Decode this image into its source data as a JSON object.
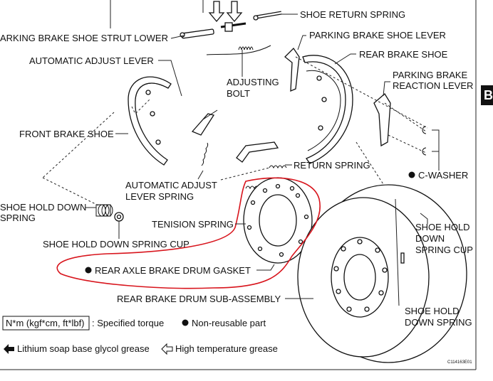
{
  "labels": {
    "shoe_return_spring": "SHOE RETURN SPRING",
    "parking_brake_shoe_strut_lower": "ARKING BRAKE SHOE STRUT LOWER",
    "parking_brake_shoe_lever": "PARKING BRAKE SHOE LEVER",
    "automatic_adjust_lever": "AUTOMATIC ADJUST LEVER",
    "rear_brake_shoe": "REAR BRAKE SHOE",
    "adjusting_bolt_1": "ADJUSTING",
    "adjusting_bolt_2": "BOLT",
    "parking_brake_reaction_lever_1": "PARKING BRAKE",
    "parking_brake_reaction_lever_2": "REACTION LEVER",
    "front_brake_shoe": "FRONT BRAKE SHOE",
    "return_spring": "RETURN SPRING",
    "c_washer": "C-WASHER",
    "automatic_adjust_lever_spring_1": "AUTOMATIC ADJUST",
    "automatic_adjust_lever_spring_2": "LEVER SPRING",
    "shoe_hold_down_left_1": "SHOE HOLD DOWN",
    "shoe_hold_down_left_2": "SPRING",
    "tension_spring": "TENISION SPRING",
    "shoe_hold_down_spring_cup_left": "SHOE HOLD DOWN SPRING CUP",
    "shoe_hold_down_spring_cup_right_1": "SHOE HOLD",
    "shoe_hold_down_spring_cup_right_2": "DOWN",
    "shoe_hold_down_spring_cup_right_3": "SPRING CUP",
    "rear_axle_brake_drum_gasket": "REAR AXLE BRAKE DRUM GASKET",
    "rear_brake_drum_sub_assembly": "REAR BRAKE DRUM SUB-ASSEMBLY",
    "shoe_hold_down_spring_right_1": "SHOE HOLD",
    "shoe_hold_down_spring_right_2": "DOWN SPRING"
  },
  "legend": {
    "torque_box": "N*m (kgf*cm, ft*lbf)",
    "torque_text": ": Specified torque",
    "non_reusable": "Non-reusable part",
    "lithium_grease": "Lithium soap base glycol grease",
    "high_temp_grease": "High temperature grease"
  },
  "figure_code": "C114163E01",
  "side_tab": "B",
  "colors": {
    "annotation": "#d8141c",
    "ink": "#111111"
  }
}
